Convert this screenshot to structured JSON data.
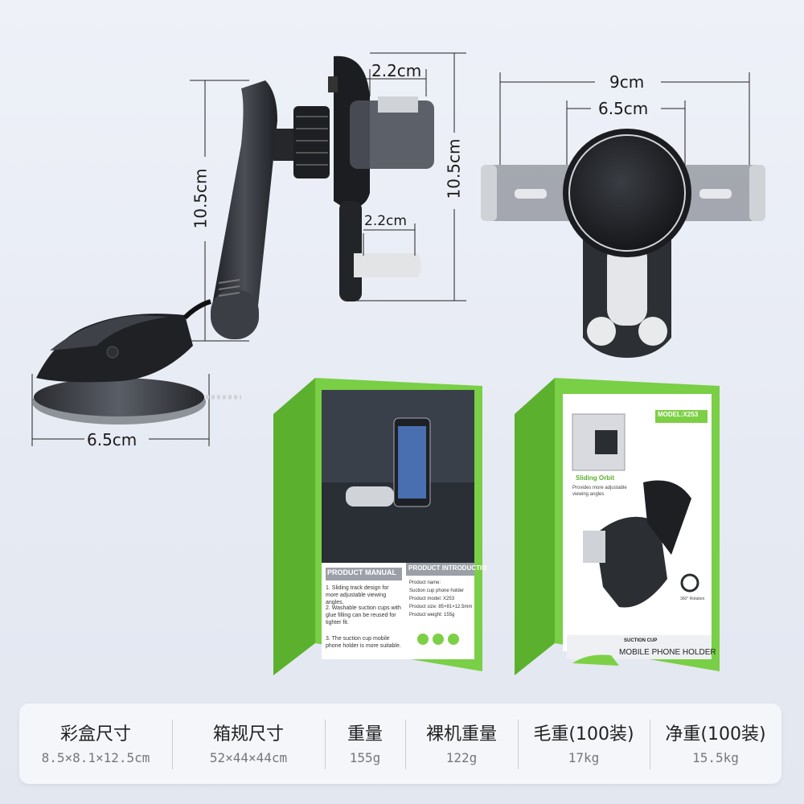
{
  "dimensions": {
    "side_height": "10.5cm",
    "top_width": "2.2cm",
    "mid_height": "10.5cm",
    "hook_width": "2.2cm",
    "base_width": "6.5cm",
    "front_width": "9cm",
    "front_inner": "6.5cm"
  },
  "box_left": {
    "manual_title": "PRODUCT MANUAL",
    "intro_title": "PRODUCT INTRODUCTIO",
    "manual_1": "1. Sliding track design for more adjustable viewing angles.",
    "manual_2": "2. Washable suction cups with glue filling can be reused for tighter fit.",
    "manual_3": "3. The suction cup mobile phone holder is more suitable.",
    "intro_1": "Product name:",
    "intro_2": "Suction cup phone holder",
    "intro_3": "Product model: X253",
    "intro_4": "Product size: 85×81×12.5mm",
    "intro_5": "Product weight: 155g"
  },
  "box_right": {
    "model": "MODEL:X253",
    "feature_title": "Sliding Orbit",
    "feature_desc": "Provides more adjustable viewing angles",
    "rotation": "360° Rotation",
    "category": "SUCTION CUP",
    "product_name": "MOBILE PHONE HOLDER"
  },
  "specs": [
    {
      "label": "彩盒尺寸",
      "value": "8.5×8.1×12.5cm"
    },
    {
      "label": "箱规尺寸",
      "value": "52×44×44cm"
    },
    {
      "label": "重量",
      "value": "155g"
    },
    {
      "label": "裸机重量",
      "value": "122g"
    },
    {
      "label": "毛重(100装)",
      "value": "17kg"
    },
    {
      "label": "净重(100装)",
      "value": "15.5kg"
    }
  ],
  "colors": {
    "box_green": "#6cc63a",
    "holder_dark": "#2b2e33",
    "table_bg": "#f4f6fa"
  }
}
